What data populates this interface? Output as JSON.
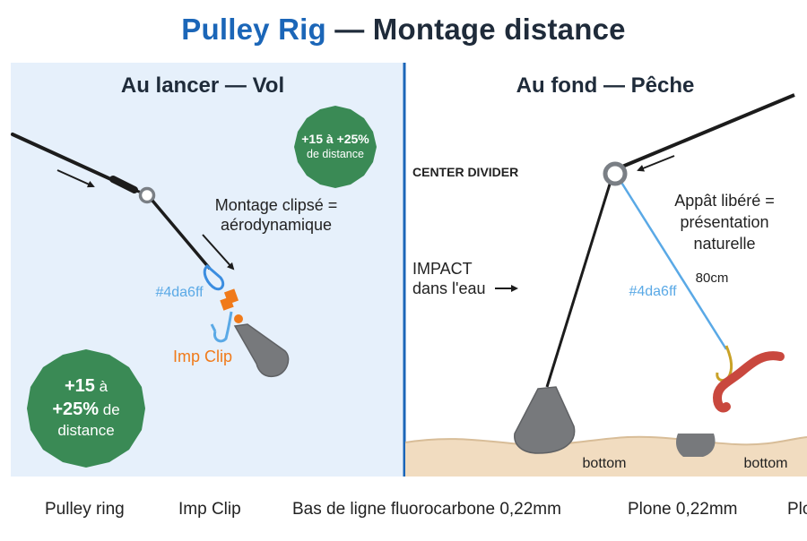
{
  "title": {
    "accent": "Pulley Rig",
    "rest": " — Montage distance"
  },
  "left_panel": {
    "heading": "Au lancer — Vol",
    "badge_small_line1": "+15 à +25%",
    "badge_small_line2": "de distance",
    "note_line1": "Montage clipsé =",
    "note_line2": "aérodynamique",
    "color_label": "#4da6ff",
    "clip_label": "Imp Clip",
    "badge_big_line1_a": "+15",
    "badge_big_line1_b": " à",
    "badge_big_line2_a": "+25%",
    "badge_big_line2_b": " de",
    "badge_big_line3": "distance"
  },
  "right_panel": {
    "heading": "Au fond — Pêche",
    "divider_label": "CENTER DIVIDER",
    "impact_line1": "IMPACT",
    "impact_line2": "dans l'eau",
    "bait_line1": "Appât libéré =",
    "bait_line2": "présentation",
    "bait_line3": "naturelle",
    "length_label": "80cm",
    "color_label": "#4da6ff",
    "bottom_label_1": "bottom",
    "bottom_label_2": "bottom"
  },
  "legend": {
    "items": [
      "Pulley ring",
      "Imp Clip",
      "Bas de ligne fluorocarbone 0,22mm",
      "Plone 0,22mm",
      "Plo"
    ]
  },
  "colors": {
    "accent_blue": "#1b66b8",
    "left_bg": "#e6f0fb",
    "badge_green": "#3a8a55",
    "clip_orange": "#f07a1a",
    "leader_blue": "#5aa9e6",
    "sand": "#f1dcc0",
    "lead_grey": "#77797c",
    "worm_red": "#c9483e"
  }
}
